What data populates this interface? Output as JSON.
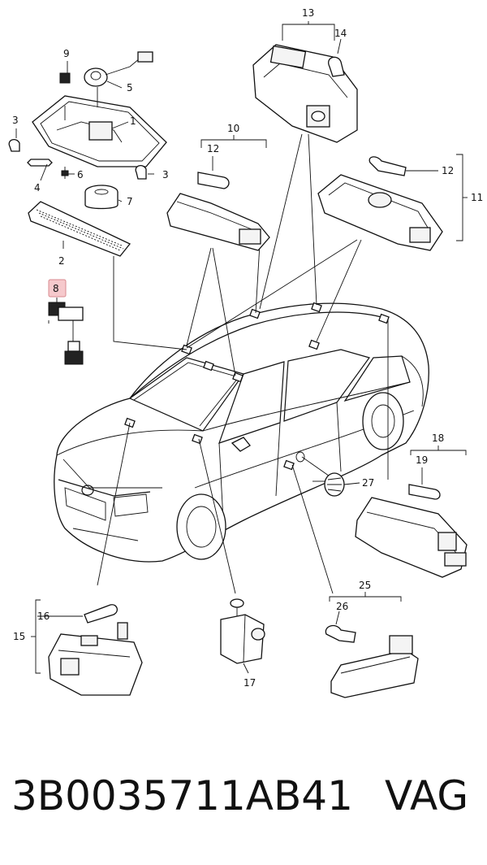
{
  "labels": {
    "l1": "1",
    "l2": "2",
    "l3a": "3",
    "l3b": "3",
    "l4": "4",
    "l5": "5",
    "l6": "6",
    "l7": "7",
    "l8": "8",
    "l9": "9",
    "l10": "10",
    "l11": "11",
    "l12a": "12",
    "l12b": "12",
    "l13": "13",
    "l14": "14",
    "l15": "15",
    "l16": "16",
    "l17": "17",
    "l18": "18",
    "l19": "19",
    "l25": "25",
    "l26": "26",
    "l27": "27"
  },
  "highlight": {
    "color": "#f6c9cc",
    "border": "#d88a8f"
  },
  "footer": {
    "part_number": "3B0035711AB41",
    "brand": "VAG"
  }
}
